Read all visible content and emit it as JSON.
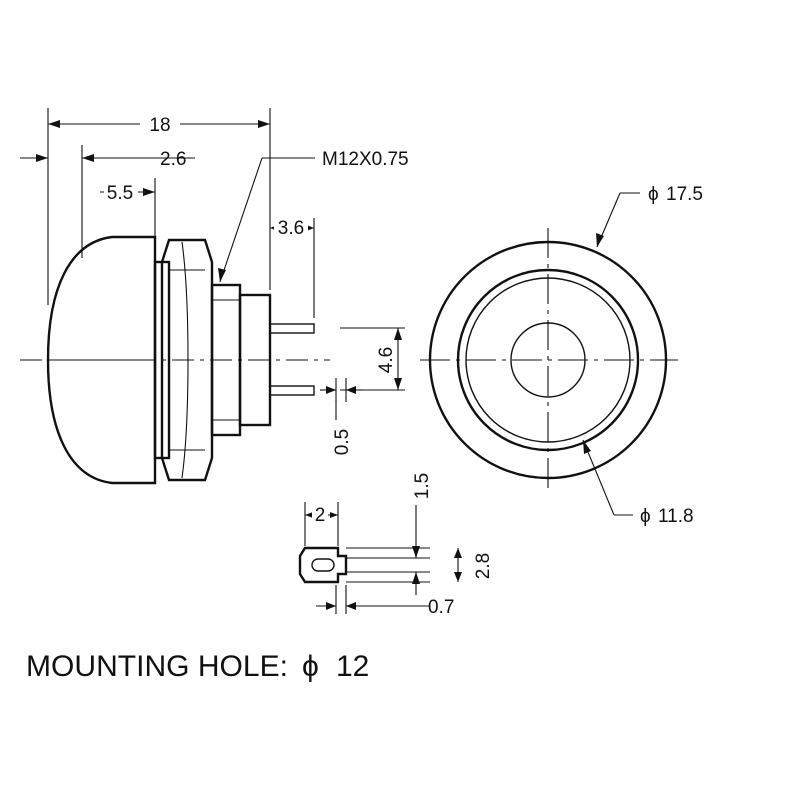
{
  "side_view": {
    "overall_length": "18",
    "thread_spec": "M12X0.75",
    "dim_2_6": "2.6",
    "dim_5_5": "5.5",
    "dim_3_6": "3.6",
    "pin_spacing": "4.6",
    "pin_thickness": "0.5"
  },
  "front_view": {
    "outer_diameter": "17.5",
    "inner_diameter": "11.8",
    "diameter_symbol": "ϕ"
  },
  "terminal_detail": {
    "tab_width": "2",
    "hole_dim": "1.5",
    "tab_height": "2.8",
    "thickness": "0.7"
  },
  "footer": {
    "mounting_label": "MOUNTING HOLE:",
    "mounting_symbol": "ϕ",
    "mounting_value": "12"
  }
}
